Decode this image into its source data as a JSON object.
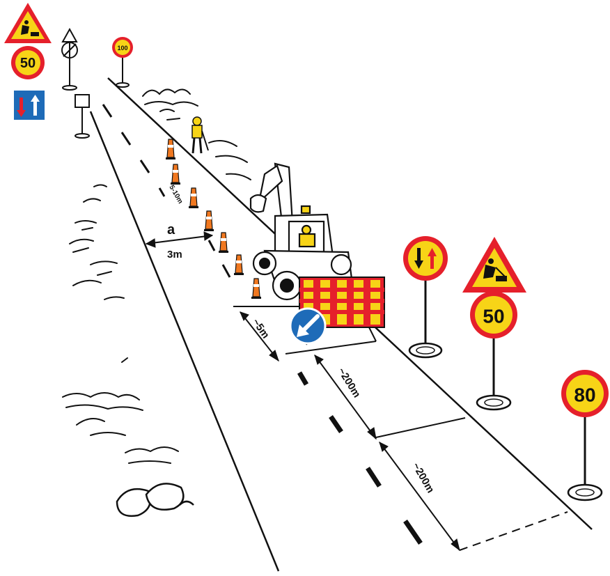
{
  "signs": {
    "speed_50_top": "50",
    "speed_100_far": "100",
    "speed_50_near": "50",
    "speed_80_near": "80"
  },
  "measurements": {
    "a_label": "a",
    "width_label": "3m",
    "cone_spacing_label": "5-10m",
    "buffer_label": "~5m",
    "distance_1": "~200m",
    "distance_2": "~200m"
  },
  "colors": {
    "sign_red": "#e5202b",
    "sign_yellow": "#f7d417",
    "sign_blue": "#1e6bb8",
    "cone_orange": "#f07820",
    "ink": "#111111"
  },
  "icons": [
    "roadwork-worker-icon",
    "priority-oncoming-icon",
    "keep-left-arrow-icon",
    "excavator-icon"
  ]
}
